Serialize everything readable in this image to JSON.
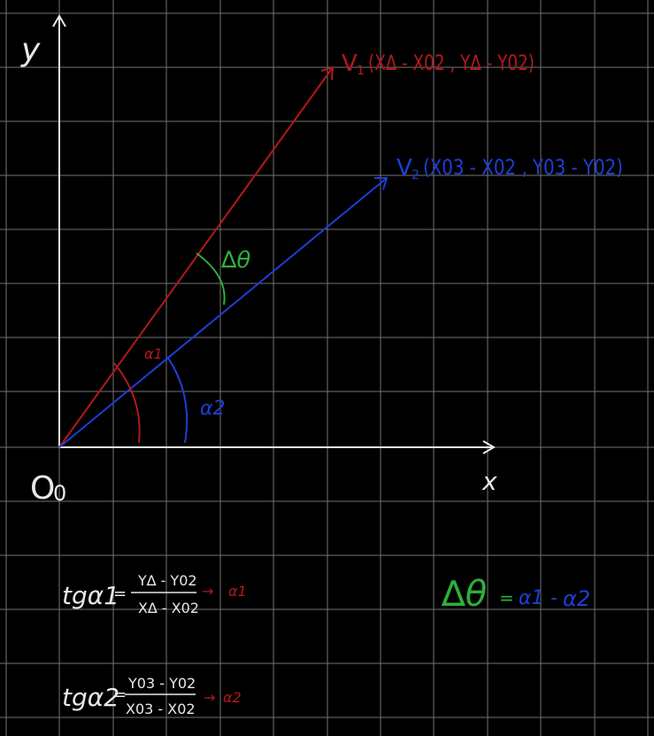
{
  "colors": {
    "background": "#000000",
    "grid": "#9a9a9a",
    "axes": "#e8e8e8",
    "vector1": "#b3191c",
    "vector2": "#1e3fd6",
    "delta": "#2fae3c",
    "text": "#e8e8e8"
  },
  "axes": {
    "y_label": "y",
    "x_label": "x",
    "origin_label": "O",
    "origin_sub": "0"
  },
  "vectors": {
    "v1": {
      "name": "V",
      "sub": "1",
      "label": "(X∆ - X02 , Y∆ - Y02)"
    },
    "v2": {
      "name": "V",
      "sub": "2",
      "label": "(X03 - X02 , Y03 - Y02)"
    }
  },
  "angles": {
    "alpha1": "α1",
    "alpha2": "α2",
    "delta_theta": "∆θ"
  },
  "formulas": {
    "f1": {
      "lhs": "tgα1",
      "eq": "=",
      "numerator": "Y∆ - Y02",
      "denominator": "X∆ - X02",
      "arrow": "→",
      "result": "α1"
    },
    "f2": {
      "lhs": "tgα2",
      "eq": "=",
      "numerator": "Y03 - Y02",
      "denominator": "X03 - X02",
      "arrow": "→",
      "result": "α2"
    },
    "delta": {
      "lhs": "∆θ",
      "eq": "=",
      "a": "α1",
      "minus": "-",
      "b": "α2"
    }
  }
}
